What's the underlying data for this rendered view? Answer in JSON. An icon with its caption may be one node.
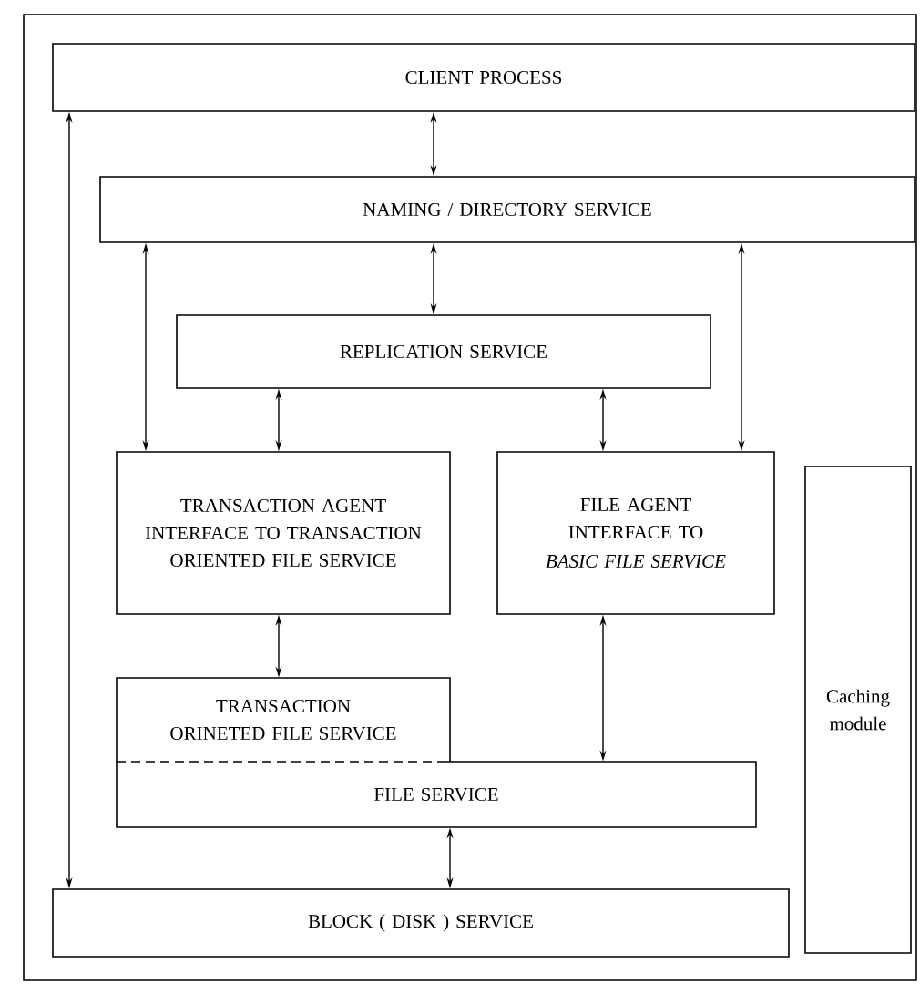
{
  "diagram": {
    "nodes": [
      {
        "text": [
          "CLIENT PROCESS"
        ]
      },
      {
        "text": [
          "NAMING / DIRECTORY SERVICE"
        ]
      },
      {
        "text": [
          "REPLICATION SERVICE"
        ]
      },
      {
        "text": [
          "TRANSACTION AGENT INTERFACE TO TRANSACTION ORIENTED FILE SERVICE"
        ]
      },
      {
        "text": [
          "FILE AGENT INTERFACE TO",
          "BASIC FILE SERVICE"
        ]
      },
      {
        "text": [
          "TRANSACTION ORINETED FILE SERVICE"
        ]
      },
      {
        "text": [
          "FILE SERVICE"
        ]
      },
      {
        "text": [
          "BLOCK ( DISK ) SERVICE"
        ]
      },
      {
        "text": [
          "Caching module"
        ]
      }
    ],
    "edges": [
      {
        "from": 0,
        "to": 1,
        "arrow": "both"
      },
      {
        "from": 1,
        "to": 2,
        "arrow": "both"
      },
      {
        "from": 1,
        "to": 3,
        "arrow": "both"
      },
      {
        "from": 1,
        "to": 4,
        "arrow": "both"
      },
      {
        "from": 2,
        "to": 3,
        "arrow": "both"
      },
      {
        "from": 2,
        "to": 4,
        "arrow": "both"
      },
      {
        "from": 3,
        "to": 5,
        "arrow": "both"
      },
      {
        "from": 4,
        "to": 6,
        "arrow": "both"
      },
      {
        "from": 6,
        "to": 7,
        "arrow": "both"
      },
      {
        "from": 0,
        "to": 7,
        "arrow": "both"
      }
    ]
  }
}
